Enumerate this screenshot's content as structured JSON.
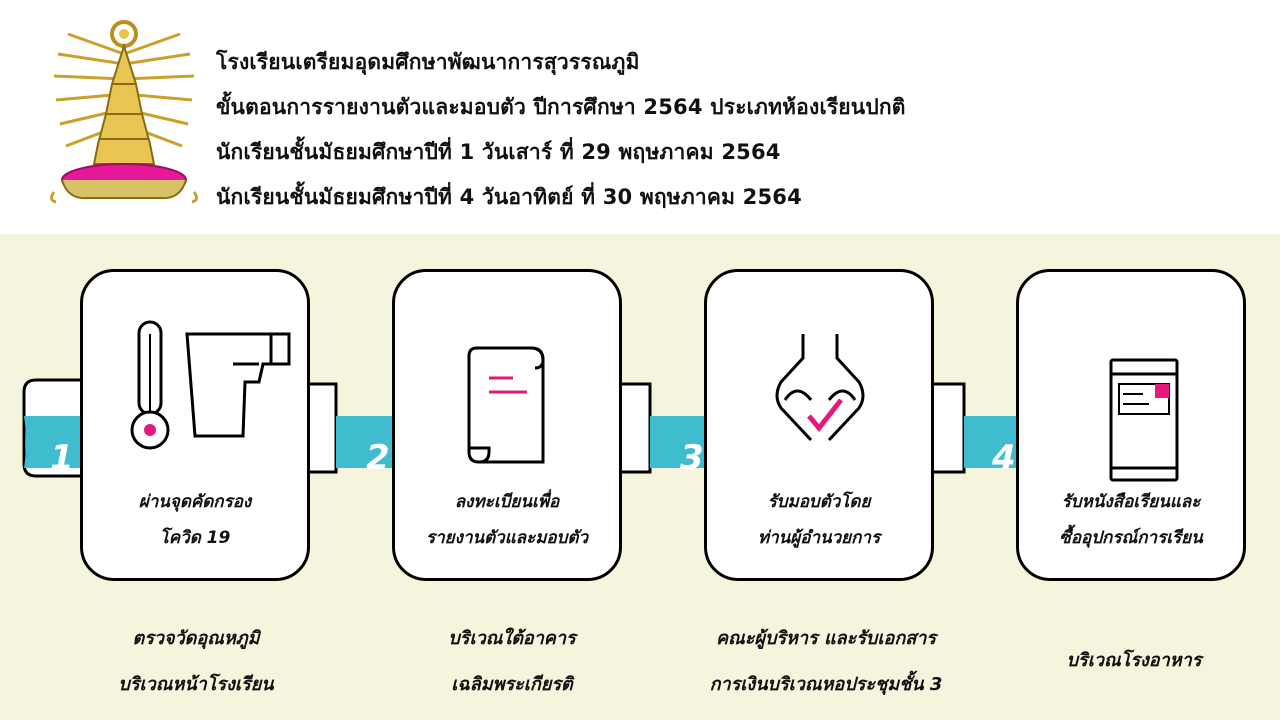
{
  "header": {
    "lines": [
      "โรงเรียนเตรียมอุดมศึกษาพัฒนาการสุวรรณภูมิ",
      "ขั้นตอนการรายงานตัวและมอบตัว  ปีการศึกษา 2564 ประเภทห้องเรียนปกติ",
      "นักเรียนชั้นมัธยมศึกษาปีที่ 1 วันเสาร์ ที่ 29 พฤษภาคม 2564",
      "นักเรียนชั้นมัธยมศึกษาปีที่ 4 วันอาทิตย์ ที่ 30 พฤษภาคม 2564"
    ]
  },
  "colors": {
    "accent_teal": "#3fbccd",
    "accent_pink": "#e6197a",
    "panel_bg": "#f5f5dd"
  },
  "steps": [
    {
      "number": "1",
      "icon": "thermometer-and-thermo-gun-icon",
      "label_line1": "ผ่านจุดคัดกรอง",
      "label_line2": "โควิด 19",
      "caption_line1": "ตรวจวัดอุณหภูมิ",
      "caption_line2": "บริเวณหน้าโรงเรียน"
    },
    {
      "number": "2",
      "icon": "scroll-document-icon",
      "label_line1": "ลงทะเบียนเพื่อ",
      "label_line2": "รายงานตัวและมอบตัว",
      "caption_line1": "บริเวณใต้อาคาร",
      "caption_line2": "เฉลิมพระเกียรติ"
    },
    {
      "number": "3",
      "icon": "hands-checkmark-icon",
      "label_line1": "รับมอบตัวโดย",
      "label_line2": "ท่านผู้อำนวยการ",
      "caption_line1": "คณะผู้บริหาร และรับเอกสาร",
      "caption_line2": "การเงินบริเวณหอประชุมชั้น 3"
    },
    {
      "number": "4",
      "icon": "book-document-icon",
      "label_line1": "รับหนังสือเรียนและ",
      "label_line2": "ซื้ออุปกรณ์การเรียน",
      "caption_line1": "บริเวณโรงอาหาร",
      "caption_line2": ""
    }
  ]
}
